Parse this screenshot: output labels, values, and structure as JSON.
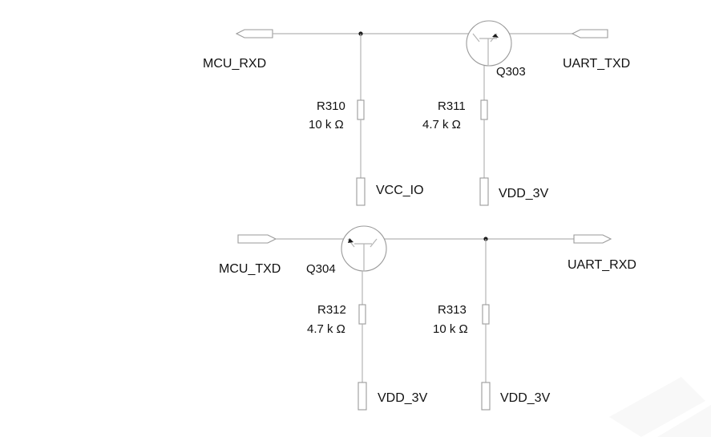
{
  "circuit_upper": {
    "left_net": "MCU_RXD",
    "right_net": "UART_TXD",
    "transistor": "Q303",
    "resistor_a": {
      "ref": "R310",
      "value": "10 k Ω",
      "supply": "VCC_IO"
    },
    "resistor_b": {
      "ref": "R311",
      "value": "4.7 k Ω",
      "supply": "VDD_3V"
    }
  },
  "circuit_lower": {
    "left_net": "MCU_TXD",
    "right_net": "UART_RXD",
    "transistor": "Q304",
    "resistor_a": {
      "ref": "R312",
      "value": "4.7 k Ω",
      "supply": "VDD_3V"
    },
    "resistor_b": {
      "ref": "R313",
      "value": "10 k Ω",
      "supply": "VDD_3V"
    }
  },
  "colors": {
    "wire": "#b4b4b4",
    "component": "#9a9a9a",
    "text": "#111111",
    "watermark": "#f0f0f0"
  }
}
